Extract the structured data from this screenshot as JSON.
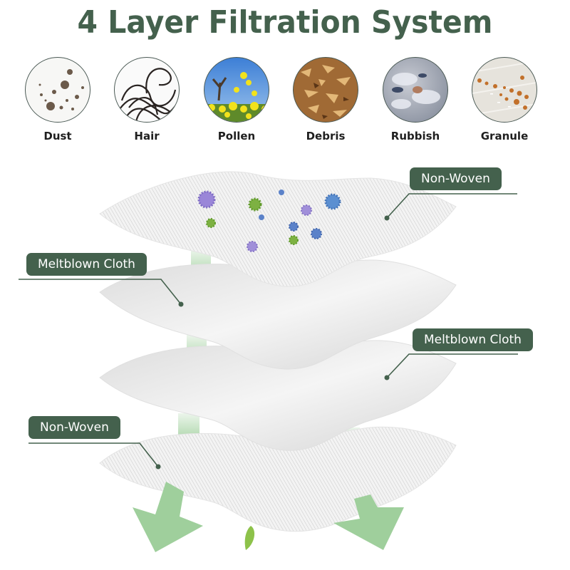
{
  "title": "4 Layer Filtration System",
  "contaminants": [
    {
      "label": "Dust",
      "icon": "dust-image"
    },
    {
      "label": "Hair",
      "icon": "hair-image"
    },
    {
      "label": "Pollen",
      "icon": "pollen-image"
    },
    {
      "label": "Debris",
      "icon": "debris-image"
    },
    {
      "label": "Rubbish",
      "icon": "rubbish-image"
    },
    {
      "label": "Granule",
      "icon": "granule-image"
    }
  ],
  "layers": [
    {
      "label": "Non-Woven"
    },
    {
      "label": "Meltblown Cloth"
    },
    {
      "label": "Meltblown Cloth"
    },
    {
      "label": "Non-Woven"
    }
  ],
  "colors": {
    "accent": "#44614d",
    "arrow": "#9fcf9c"
  }
}
